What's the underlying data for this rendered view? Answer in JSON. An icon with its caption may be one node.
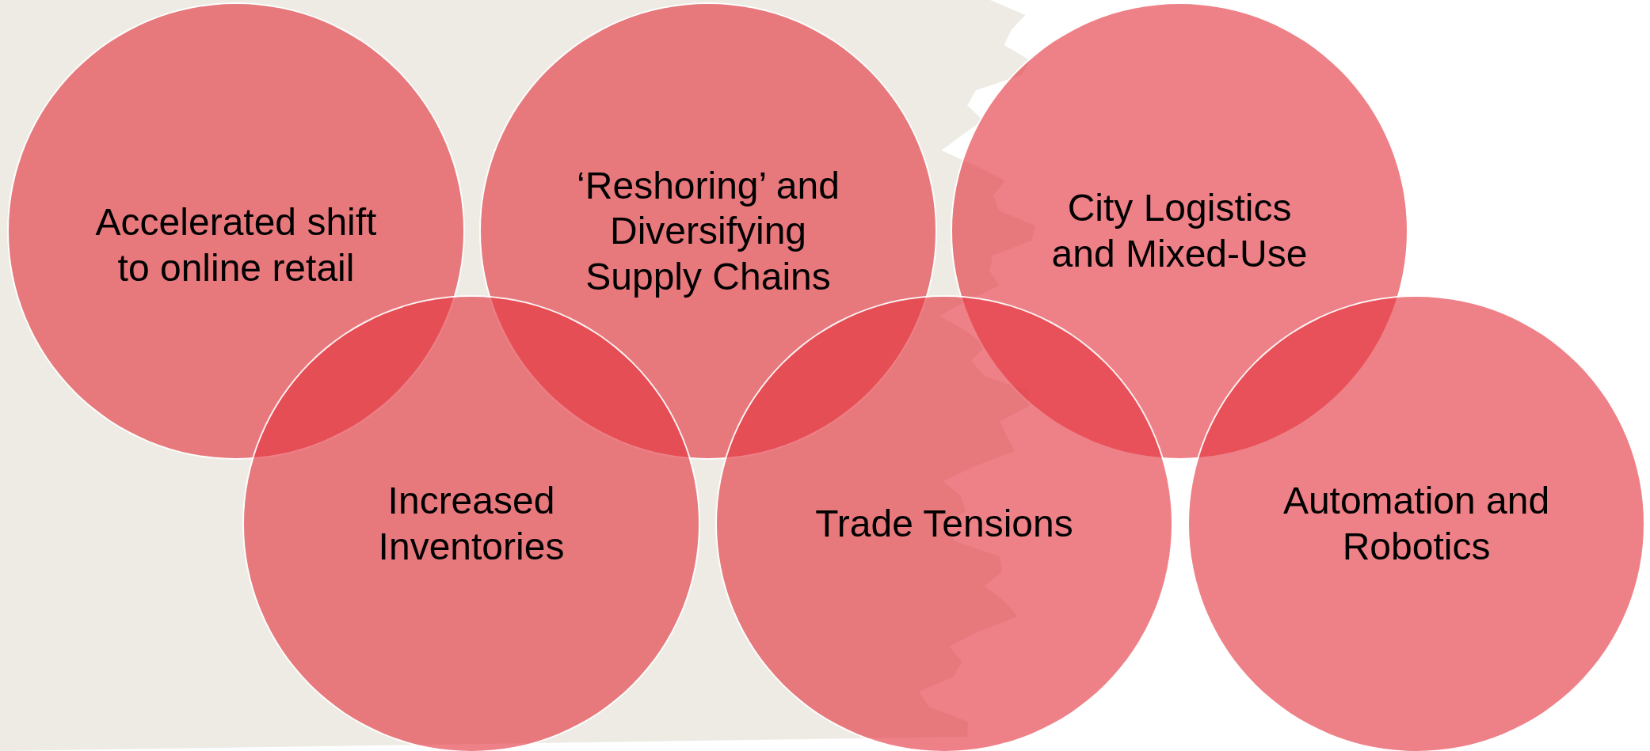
{
  "diagram": {
    "nodes": [
      {
        "text": [
          "Accelerated shift to online retail"
        ]
      },
      {
        "text": [
          "‘Reshoring’ and Diversifying Supply Chains"
        ]
      },
      {
        "text": [
          "City Logistics and Mixed-Use"
        ]
      },
      {
        "text": [
          "Increased Inventories"
        ]
      },
      {
        "text": [
          "Trade Tensions"
        ]
      },
      {
        "text": [
          "Automation and Robotics"
        ]
      }
    ]
  }
}
